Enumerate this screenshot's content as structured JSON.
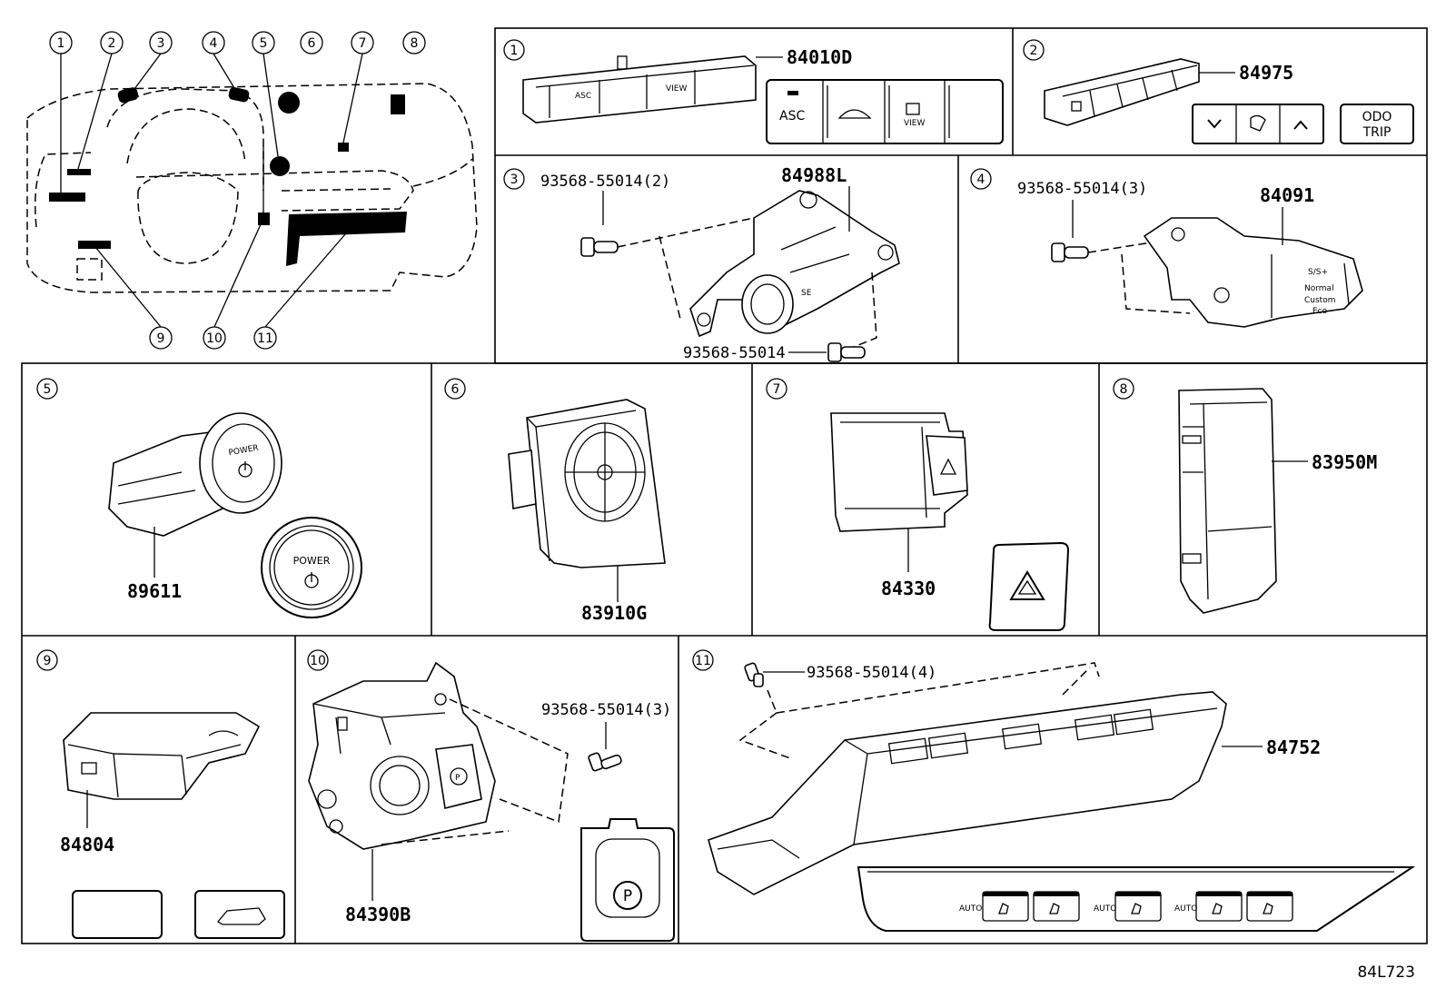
{
  "diagram_code": "84L723",
  "overview": {
    "callouts": [
      "1",
      "2",
      "3",
      "4",
      "5",
      "6",
      "7",
      "8",
      "9",
      "10",
      "11"
    ]
  },
  "panels": [
    {
      "num": "1",
      "parts": [
        {
          "label": "84010D"
        }
      ],
      "buttons": [
        "ASC",
        "VIEW"
      ]
    },
    {
      "num": "2",
      "parts": [
        {
          "label": "84975"
        }
      ],
      "buttons": [
        "ODO",
        "TRIP"
      ]
    },
    {
      "num": "3",
      "parts": [
        {
          "label": "84988L"
        },
        {
          "label": "93568-55014(2)"
        },
        {
          "label": "93568-55014"
        }
      ]
    },
    {
      "num": "4",
      "parts": [
        {
          "label": "84091"
        },
        {
          "label": "93568-55014(3)"
        }
      ]
    },
    {
      "num": "5",
      "parts": [
        {
          "label": "89611"
        }
      ],
      "buttons": [
        "POWER"
      ]
    },
    {
      "num": "6",
      "parts": [
        {
          "label": "83910G"
        }
      ]
    },
    {
      "num": "7",
      "parts": [
        {
          "label": "84330"
        }
      ]
    },
    {
      "num": "8",
      "parts": [
        {
          "label": "83950M"
        }
      ]
    },
    {
      "num": "9",
      "parts": [
        {
          "label": "84804"
        }
      ]
    },
    {
      "num": "10",
      "parts": [
        {
          "label": "84390B"
        },
        {
          "label": "93568-55014(3)"
        }
      ]
    },
    {
      "num": "11",
      "parts": [
        {
          "label": "84752"
        },
        {
          "label": "93568-55014(4)"
        }
      ],
      "buttons": [
        "AUTO"
      ]
    }
  ]
}
